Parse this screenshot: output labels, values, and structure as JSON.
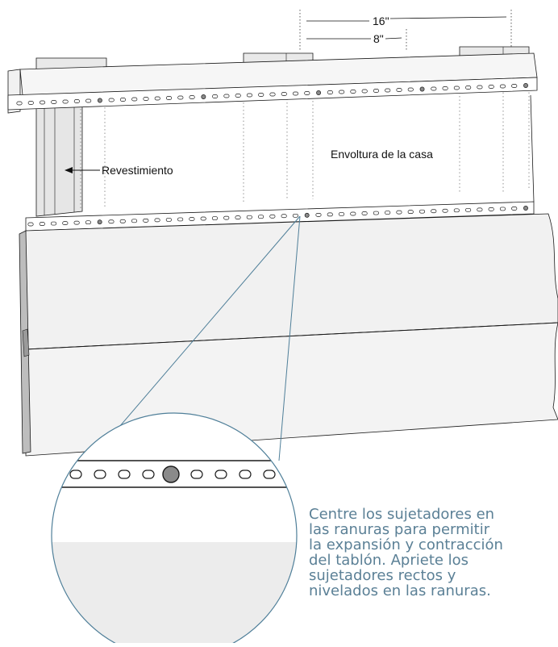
{
  "dimensions": {
    "stud_spacing": "16\"",
    "half_spacing": "8\""
  },
  "labels": {
    "house_wrap": "Envoltura de la casa",
    "siding": "Revestimiento"
  },
  "note": {
    "lines": [
      "Centre los sujetadores en",
      "las ranuras para permitir",
      "la expansión y contracción",
      "del tablón. Apriete los",
      "sujetadores rectos y",
      "nivelados en las ranuras."
    ]
  },
  "colors": {
    "note_text": "#5b8096",
    "callout_line": "#4f7f99",
    "outline": "#1a1a1a",
    "plank_fill": "#f1f1f1",
    "stud_fill": "#e6e6e6",
    "fastener_fill": "#8a8a8a"
  }
}
